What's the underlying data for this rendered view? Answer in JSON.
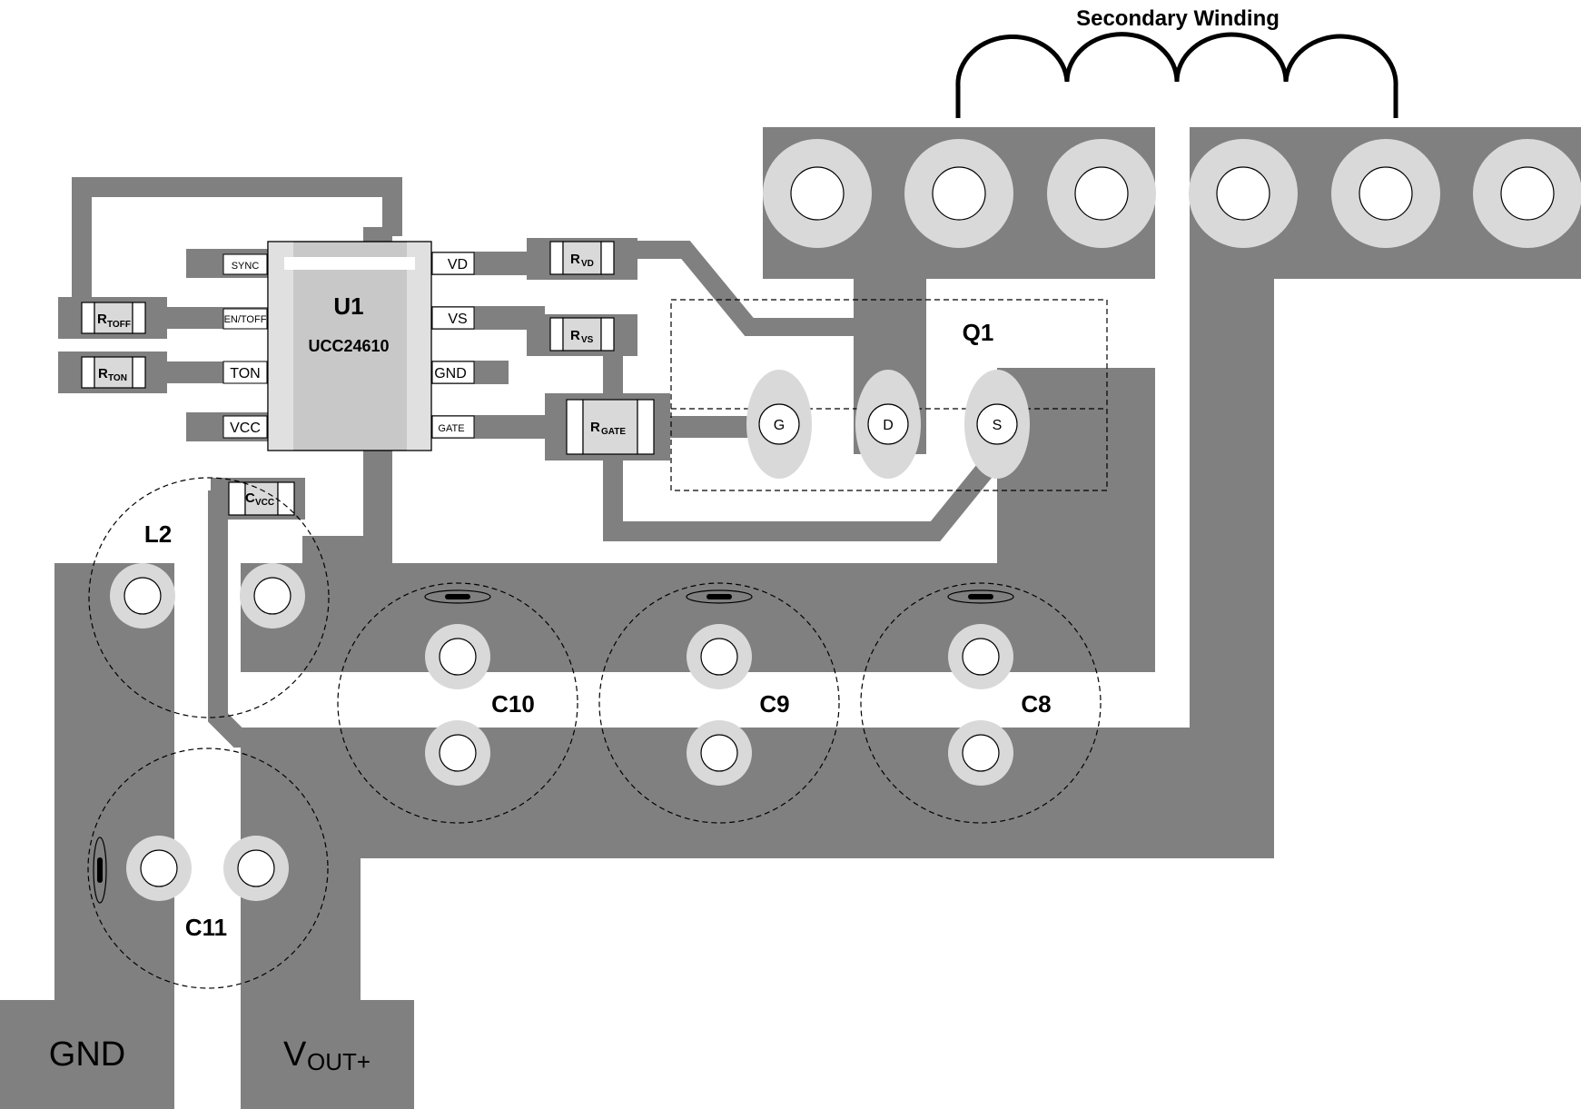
{
  "title": "Secondary Winding",
  "ic": {
    "ref": "U1",
    "part": "UCC24610"
  },
  "pins_left": [
    "SYNC",
    "EN/TOFF",
    "TON",
    "VCC"
  ],
  "pins_right": [
    "VD",
    "VS",
    "GND",
    "GATE"
  ],
  "resistors": {
    "rtoff": {
      "main": "R",
      "sub": "TOFF"
    },
    "rton": {
      "main": "R",
      "sub": "TON"
    },
    "rvd": {
      "main": "R",
      "sub": "VD"
    },
    "rvs": {
      "main": "R",
      "sub": "VS"
    },
    "rgate": {
      "main": "R",
      "sub": "GATE"
    },
    "cvcc": {
      "main": "C",
      "sub": "VCC"
    }
  },
  "mosfet": {
    "ref": "Q1",
    "pins": [
      "G",
      "D",
      "S"
    ]
  },
  "components": {
    "l2": "L2",
    "c8": "C8",
    "c9": "C9",
    "c10": "C10",
    "c11": "C11"
  },
  "terminals": {
    "gnd": "GND",
    "vout_main": "V",
    "vout_sub": "OUT+"
  },
  "colors": {
    "copper": "#808080",
    "pad_ring": "#d9d9d9",
    "ic_body": "#c0c0c0",
    "background": "#ffffff"
  }
}
